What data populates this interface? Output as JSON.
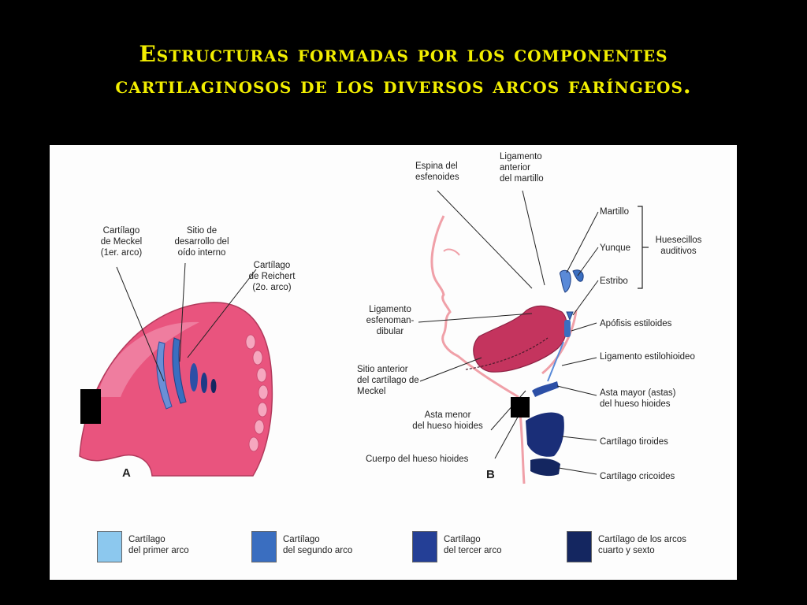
{
  "title": {
    "line1": "Estructuras formadas por los componentes",
    "line2": "cartilaginosos de los diversos  arcos faríngeos."
  },
  "panel_a": {
    "letter": "A",
    "labels": {
      "meckel": "Cartílago\nde Meckel\n(1er. arco)",
      "oido": "Sitio de\ndesarrollo del\noído interno",
      "reichert": "Cartílago\nde Reichert\n(2o. arco)"
    }
  },
  "panel_b": {
    "letter": "B",
    "labels": {
      "espina": "Espina del\nesfenoides",
      "ligamento_anterior": "Ligamento\nanterior\ndel martillo",
      "martillo": "Martillo",
      "yunque": "Yunque",
      "estribo": "Estribo",
      "huesecillos": "Huesecillos\nauditivos",
      "apofisis": "Apófisis estiloides",
      "ligamento_estilo": "Ligamento estilohioideo",
      "asta_mayor": "Asta mayor (astas)\ndel hueso hioides",
      "tiroides": "Cartílago tiroides",
      "cricoides": "Cartílago cricoides",
      "ligamento_esfeno": "Ligamento\nesfenoman-\ndibular",
      "sitio_meckel": "Sitio anterior\ndel cartílago de\nMeckel",
      "asta_menor": "Asta menor\ndel hueso hioides",
      "cuerpo": "Cuerpo del hueso hioides"
    }
  },
  "legend": [
    {
      "label": "Cartílago\ndel primer arco",
      "color": "#8cc8ee"
    },
    {
      "label": "Cartílago\ndel segundo arco",
      "color": "#3a6ec0"
    },
    {
      "label": "Cartílago\ndel tercer arco",
      "color": "#243f96"
    },
    {
      "label": "Cartílago de los arcos\ncuarto y sexto",
      "color": "#142660"
    }
  ],
  "colors": {
    "background": "#000000",
    "title": "#f2ee00",
    "embryo": "#e9547e",
    "mandible": "#c4345e",
    "face_outline": "#f0a0a8"
  }
}
